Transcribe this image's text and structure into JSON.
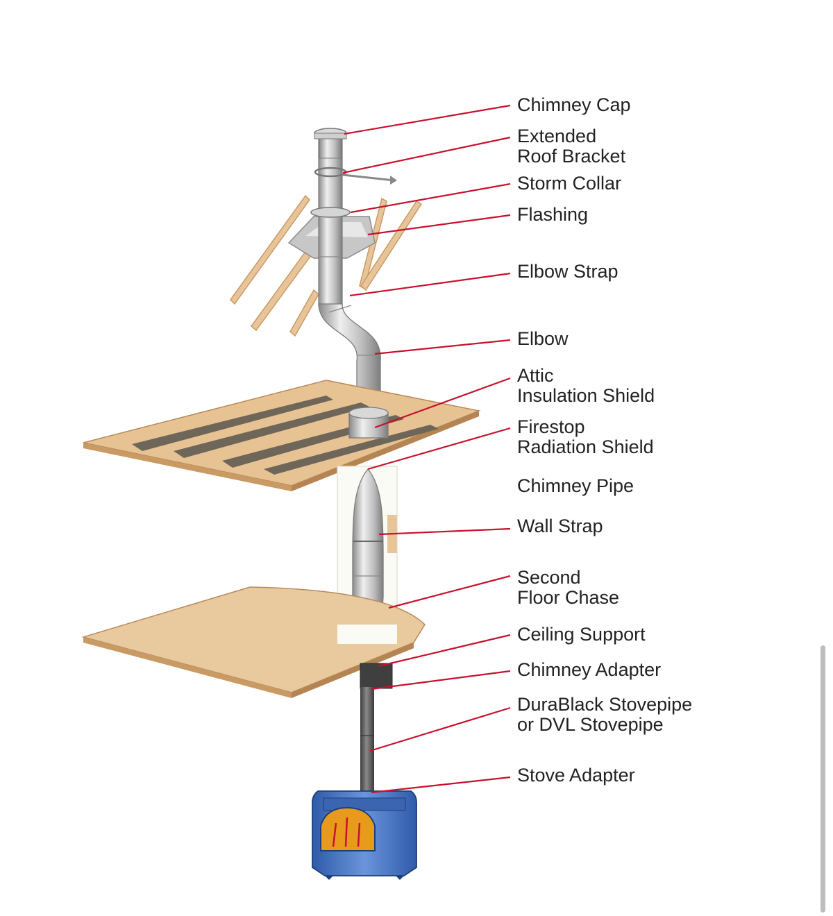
{
  "colors": {
    "leader_line": "#c8102e",
    "label_text": "#222222",
    "wood": "#e8c49a",
    "wood_dark": "#c99a63",
    "joist_dark": "#6e6658",
    "pipe_light": "#e4e4e4",
    "pipe_mid": "#b5b5b5",
    "pipe_dark": "#7a7a7a",
    "stovepipe": "#555555",
    "stove_blue": "#4a78c8",
    "stove_fire": "#e89a1c"
  },
  "icons": [
    "chimney-cap-icon",
    "roof-bracket-icon",
    "storm-collar-icon",
    "flashing-icon",
    "rafter-icon",
    "elbow-icon",
    "attic-floor-icon",
    "chase-icon",
    "floor-slab-icon",
    "stovepipe-icon",
    "wood-stove-icon"
  ],
  "labels": {
    "chimney_cap": "Chimney Cap",
    "extended_roof_bracket_l1": "Extended",
    "extended_roof_bracket_l2": "Roof Bracket",
    "storm_collar": "Storm Collar",
    "flashing": "Flashing",
    "elbow_strap": "Elbow Strap",
    "elbow": "Elbow",
    "attic_insulation_shield_l1": "Attic",
    "attic_insulation_shield_l2": "Insulation Shield",
    "firestop_radiation_shield_l1": "Firestop",
    "firestop_radiation_shield_l2": "Radiation Shield",
    "chimney_pipe": "Chimney Pipe",
    "wall_strap": "Wall Strap",
    "second_floor_chase_l1": "Second",
    "second_floor_chase_l2": "Floor Chase",
    "ceiling_support": "Ceiling Support",
    "chimney_adapter": "Chimney Adapter",
    "stovepipe_l1": "DuraBlack Stovepipe",
    "stovepipe_l2": "or DVL Stovepipe",
    "stove_adapter": "Stove Adapter"
  }
}
